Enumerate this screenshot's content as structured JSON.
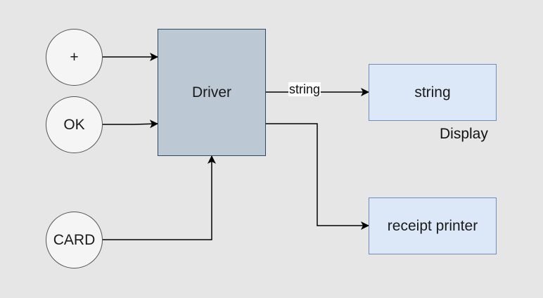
{
  "nodes": {
    "plus": "+",
    "ok": "OK",
    "card": "CARD",
    "driver": "Driver",
    "display": "string",
    "printer": "receipt printer"
  },
  "labels": {
    "display_caption": "Display",
    "driver_to_display_edge": "string"
  },
  "colors": {
    "background": "#e6e6e6",
    "circle_fill": "#f5f5f5",
    "driver_fill": "#bcc8d3",
    "driver_stroke": "#2d4860",
    "output_fill": "#dce8f8",
    "output_stroke": "#6c8ebf",
    "edge": "#000000"
  }
}
